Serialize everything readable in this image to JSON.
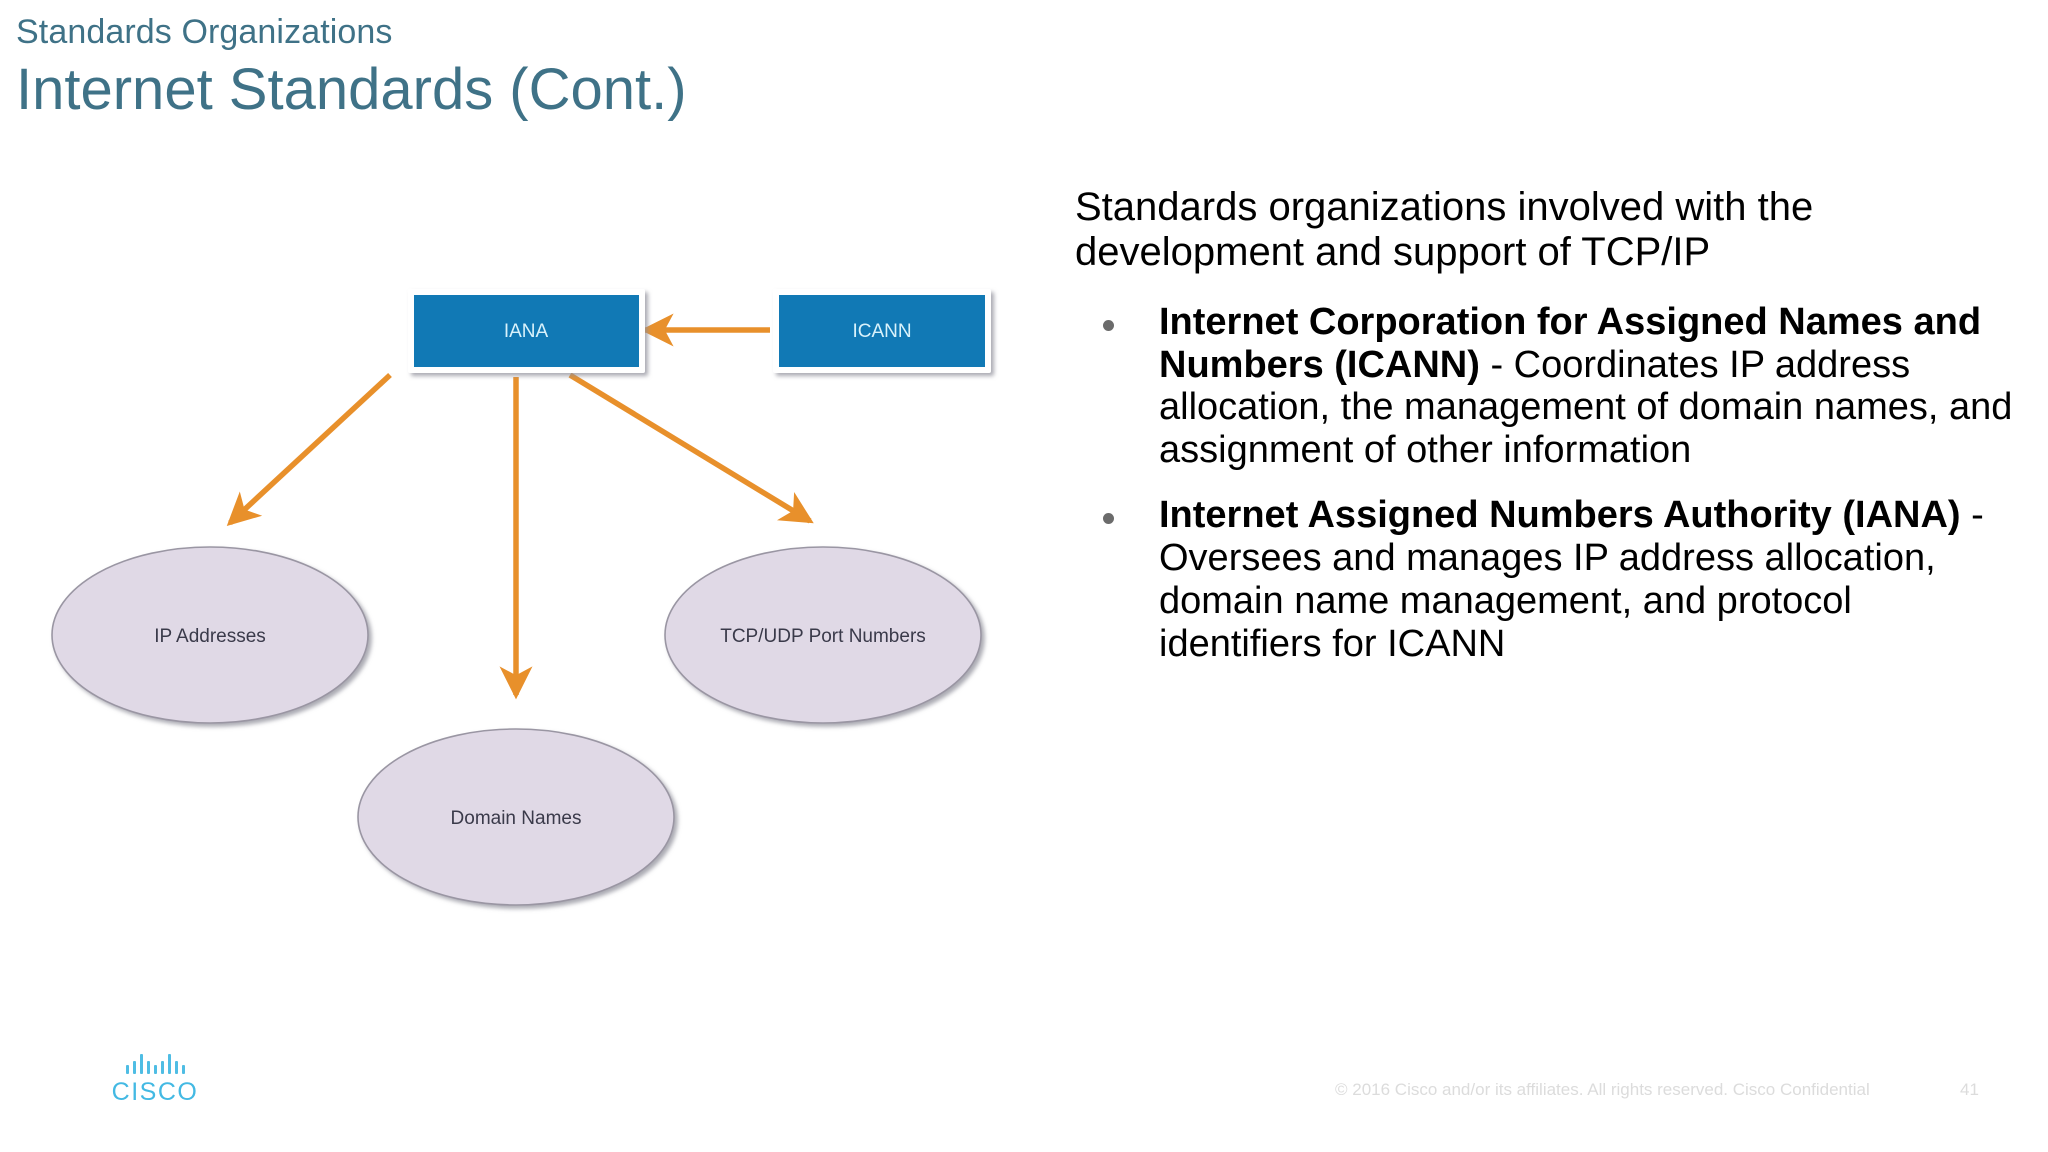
{
  "slide": {
    "eyebrow": "Standards Organizations",
    "title": "Internet Standards (Cont.)",
    "title_color": "#3f7287"
  },
  "content": {
    "intro": "Standards organizations involved with the development and support of TCP/IP",
    "bullets": [
      {
        "bold": "Internet Corporation for Assigned Names and Numbers (ICANN)",
        "rest": " - Coordinates IP address allocation, the management of domain names, and assignment of other information"
      },
      {
        "bold": "Internet Assigned Numbers Authority (IANA)",
        "rest": " - Oversees and manages IP address allocation, domain name management, and protocol identifiers for ICANN"
      }
    ]
  },
  "diagram": {
    "colors": {
      "box_fill": "#1179b5",
      "box_border": "#ffffff",
      "box_text": "#d9f2fb",
      "ellipse_fill": "#e0d9e6",
      "ellipse_border": "#9a96a3",
      "arrow": "#e8902b",
      "ellipse_text": "#3a3a4a"
    },
    "boxes": [
      {
        "id": "iana",
        "label": "IANA"
      },
      {
        "id": "icann",
        "label": "ICANN"
      }
    ],
    "ellipses": [
      {
        "id": "ip-addresses",
        "label": "IP Addresses"
      },
      {
        "id": "domain-names",
        "label": "Domain Names"
      },
      {
        "id": "tcp-udp-port-numbers",
        "label": "TCP/UDP Port Numbers"
      }
    ],
    "arrows": [
      {
        "from": "icann",
        "to": "iana"
      },
      {
        "from": "iana",
        "to": "ip-addresses"
      },
      {
        "from": "iana",
        "to": "domain-names"
      },
      {
        "from": "iana",
        "to": "tcp-udp-port-numbers"
      }
    ]
  },
  "footer": {
    "logo_word": "CISCO",
    "copyright": "© 2016  Cisco and/or its affiliates. All rights reserved.   Cisco Confidential",
    "page_number": "41"
  }
}
